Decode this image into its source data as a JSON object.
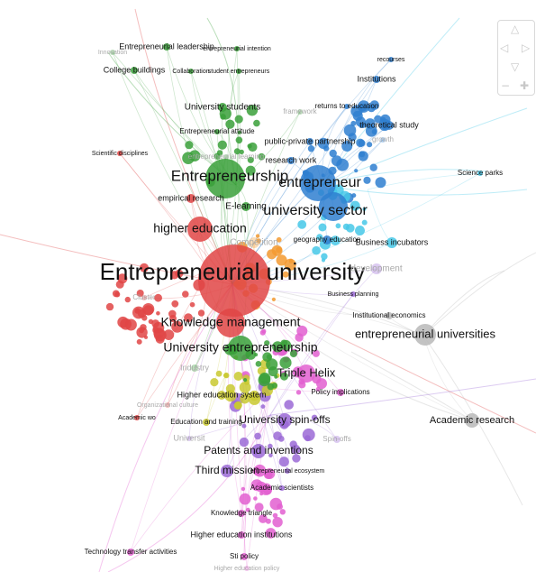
{
  "network": {
    "colors": {
      "red": "#e04545",
      "green": "#3aa03a",
      "blue": "#2f7fd0",
      "cyan": "#46c8e8",
      "purple": "#9b6ad6",
      "pink": "#e25fd0",
      "orange": "#f39a30",
      "yellow": "#c9c930",
      "gray": "#b9b9b9"
    },
    "labels": [
      {
        "id": "entrepreneurial-university",
        "text": "Entrepreneurial university",
        "color": "red"
      },
      {
        "id": "entrepreneurship",
        "text": "Entrepreneurship",
        "color": "green"
      },
      {
        "id": "entrepreneur",
        "text": "entrepreneur",
        "color": "blue"
      },
      {
        "id": "university-sector",
        "text": "university sector",
        "color": "blue"
      },
      {
        "id": "higher-education",
        "text": "higher education",
        "color": "red"
      },
      {
        "id": "knowledge-management",
        "text": "Knowledge management",
        "color": "red"
      },
      {
        "id": "university-entrepreneurship",
        "text": "University entrepreneurship",
        "color": "green"
      },
      {
        "id": "entrepreneurial-universities",
        "text": "entrepreneurial universities",
        "color": "gray"
      },
      {
        "id": "triple-helix",
        "text": "Triple Helix",
        "color": "pink"
      },
      {
        "id": "academic-research",
        "text": "Academic research",
        "color": "gray"
      },
      {
        "id": "university-spin-offs",
        "text": "University spin-offs",
        "color": "purple"
      },
      {
        "id": "patents-and-inventions",
        "text": "Patents and inventions",
        "color": "purple"
      },
      {
        "id": "third-mission",
        "text": "Third mission",
        "color": "purple"
      },
      {
        "id": "entrepreneurial-leadership",
        "text": "Entrepreneurial leadership",
        "color": "green"
      },
      {
        "id": "entrepreneurial-intention",
        "text": "entrepreneurial intention",
        "color": "green"
      },
      {
        "id": "college-buildings",
        "text": "College buildings",
        "color": "green"
      },
      {
        "id": "collaboration",
        "text": "Collaboration",
        "color": "green"
      },
      {
        "id": "student-entrepreneurs",
        "text": "student entrepreneurs",
        "color": "green"
      },
      {
        "id": "innovation",
        "text": "Innovation",
        "color": "green"
      },
      {
        "id": "recourses",
        "text": "recourses",
        "color": "blue"
      },
      {
        "id": "institutions",
        "text": "Institutions",
        "color": "blue"
      },
      {
        "id": "university-students",
        "text": "University students",
        "color": "green"
      },
      {
        "id": "returns-to-education",
        "text": "returns to education",
        "color": "blue"
      },
      {
        "id": "theoretical-study",
        "text": "theoretical study",
        "color": "blue"
      },
      {
        "id": "entrepreneurial-attitude",
        "text": "Entrepreneurial attitude",
        "color": "green"
      },
      {
        "id": "public-private-partnership",
        "text": "public-private partnership",
        "color": "blue"
      },
      {
        "id": "growth",
        "text": "growth",
        "color": "blue"
      },
      {
        "id": "scientific-disciplines",
        "text": "Scientific disciplines",
        "color": "red"
      },
      {
        "id": "entrepreneurial-learning",
        "text": "entrepreneurial learning",
        "color": "green"
      },
      {
        "id": "research-work",
        "text": "research work",
        "color": "blue"
      },
      {
        "id": "science-parks",
        "text": "Science parks",
        "color": "cyan"
      },
      {
        "id": "empirical-research",
        "text": "empirical research",
        "color": "red"
      },
      {
        "id": "e-learning",
        "text": "E-learning",
        "color": "green"
      },
      {
        "id": "competition",
        "text": "Competition",
        "color": "orange"
      },
      {
        "id": "geography-education",
        "text": "geography education",
        "color": "blue"
      },
      {
        "id": "business-incubators",
        "text": "Business incubators",
        "color": "cyan"
      },
      {
        "id": "development",
        "text": "development",
        "color": "purple"
      },
      {
        "id": "cluster",
        "text": "Cluster",
        "color": "red"
      },
      {
        "id": "business-planning",
        "text": "Business planning",
        "color": "purple"
      },
      {
        "id": "institutional-economics",
        "text": "Institutional economics",
        "color": "gray"
      },
      {
        "id": "higher-education-system",
        "text": "Higher education system",
        "color": "yellow"
      },
      {
        "id": "policy-implications",
        "text": "Policy implications",
        "color": "pink"
      },
      {
        "id": "organizational-culture",
        "text": "Organizational culture",
        "color": "red"
      },
      {
        "id": "academic-work",
        "text": "Academic wo",
        "color": "red"
      },
      {
        "id": "education-and-training",
        "text": "Education and training",
        "color": "yellow"
      },
      {
        "id": "spin-offs",
        "text": "Spin-offs",
        "color": "purple"
      },
      {
        "id": "entrepreneurial-ecosystem",
        "text": "entrepreneurial ecosystem",
        "color": "purple"
      },
      {
        "id": "academic-scientists",
        "text": "Academic scientists",
        "color": "purple"
      },
      {
        "id": "knowledge-triangle",
        "text": "Knowledge triangle",
        "color": "pink"
      },
      {
        "id": "higher-education-institutions",
        "text": "Higher education institutions",
        "color": "pink"
      },
      {
        "id": "technology-transfer-activities",
        "text": "Technology transfer activities",
        "color": "pink"
      },
      {
        "id": "sti-policy",
        "text": "Sti policy",
        "color": "pink"
      },
      {
        "id": "higher-education-policy",
        "text": "Higher education policy",
        "color": "pink"
      },
      {
        "id": "framework",
        "text": "framework",
        "color": "green"
      },
      {
        "id": "industry",
        "text": "Industry",
        "color": "green"
      },
      {
        "id": "university-faint",
        "text": "Universit",
        "color": "purple"
      }
    ]
  },
  "navigation": {
    "up_icon": "triangle-up-icon",
    "down_icon": "triangle-down-icon",
    "left_icon": "triangle-left-icon",
    "right_icon": "triangle-right-icon",
    "zoom_out_icon": "minus-icon",
    "zoom_in_icon": "plus-icon",
    "up_glyph": "△",
    "down_glyph": "▽",
    "left_glyph": "◁",
    "right_glyph": "▷",
    "zoom_out_glyph": "−",
    "zoom_in_glyph": "✚"
  }
}
